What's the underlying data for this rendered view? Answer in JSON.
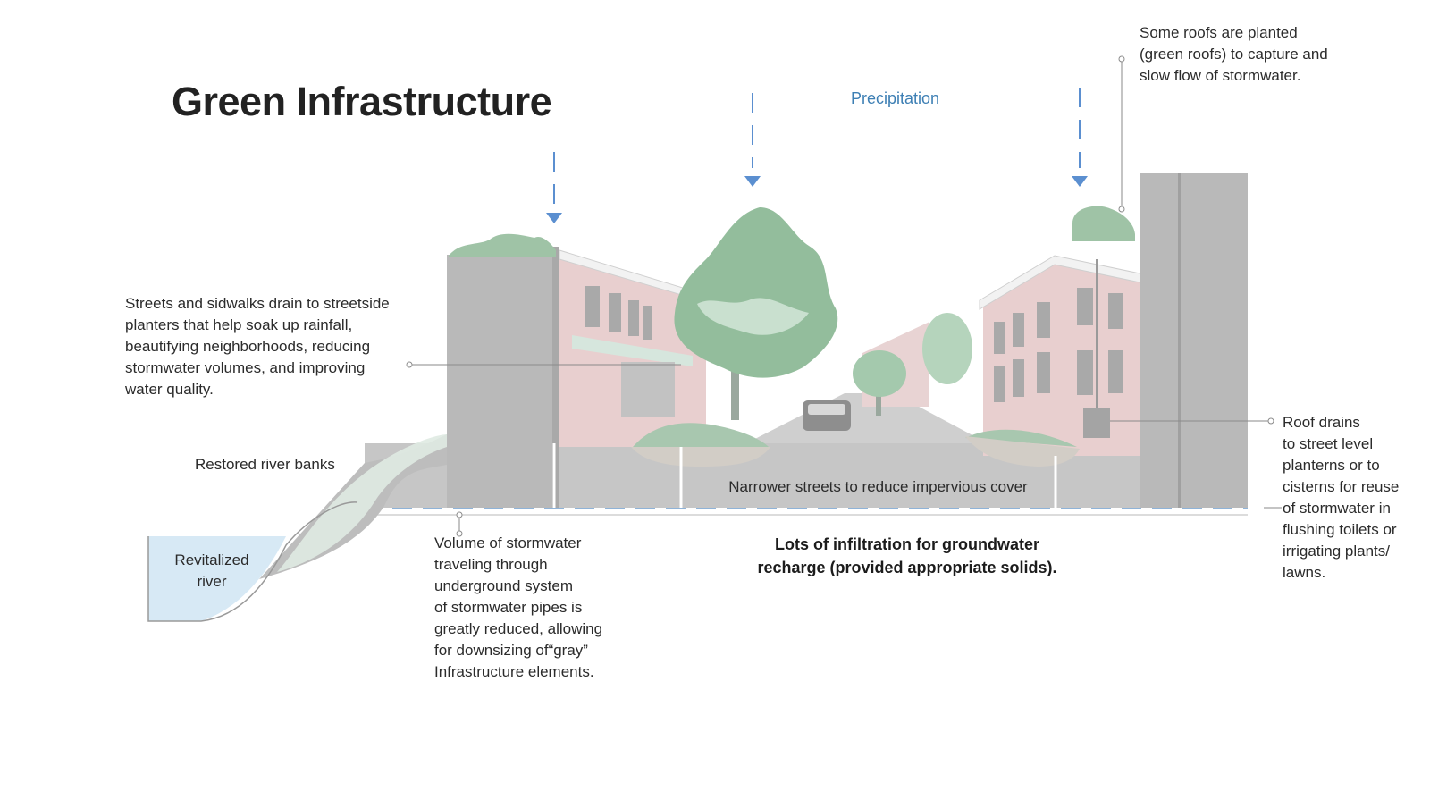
{
  "title": "Green Infrastructure",
  "precipitation_label": "Precipitation",
  "callouts": {
    "green_roofs": [
      "Some roofs are planted",
      "(green roofs) to capture and",
      "slow flow of stormwater."
    ],
    "streetside_planters": [
      "Streets and sidwalks drain to streetside",
      "planters that help soak up rainfall,",
      "beautifying neighborhoods, reducing",
      "stormwater volumes, and improving",
      "water quality."
    ],
    "river_banks": "Restored river banks",
    "revitalized_river": [
      "Revitalized",
      "river"
    ],
    "narrower_streets": "Narrower streets to reduce impervious cover",
    "stormwater_volume": [
      "Volume of stormwater",
      "traveling through",
      "underground system",
      "of stormwater pipes is",
      "greatly reduced, allowing",
      "for downsizing of“gray”",
      "Infrastructure elements."
    ],
    "infiltration": [
      "Lots of infiltration for groundwater",
      "recharge (provided appropriate solids)."
    ],
    "roof_drains": [
      "Roof drains",
      "to street level",
      "planterns or to",
      "cisterns for reuse",
      "of stormwater in",
      "flushing toilets or",
      "irrigating plants/",
      "lawns."
    ]
  },
  "colors": {
    "building_gray": "#b8b8b8",
    "brick_pink": "#e6cccc",
    "tree_green": "#8fb89a",
    "water_blue": "#d7e9f5",
    "arrow_blue": "#5b8fd0",
    "leader_gray": "#8a8a8a"
  }
}
